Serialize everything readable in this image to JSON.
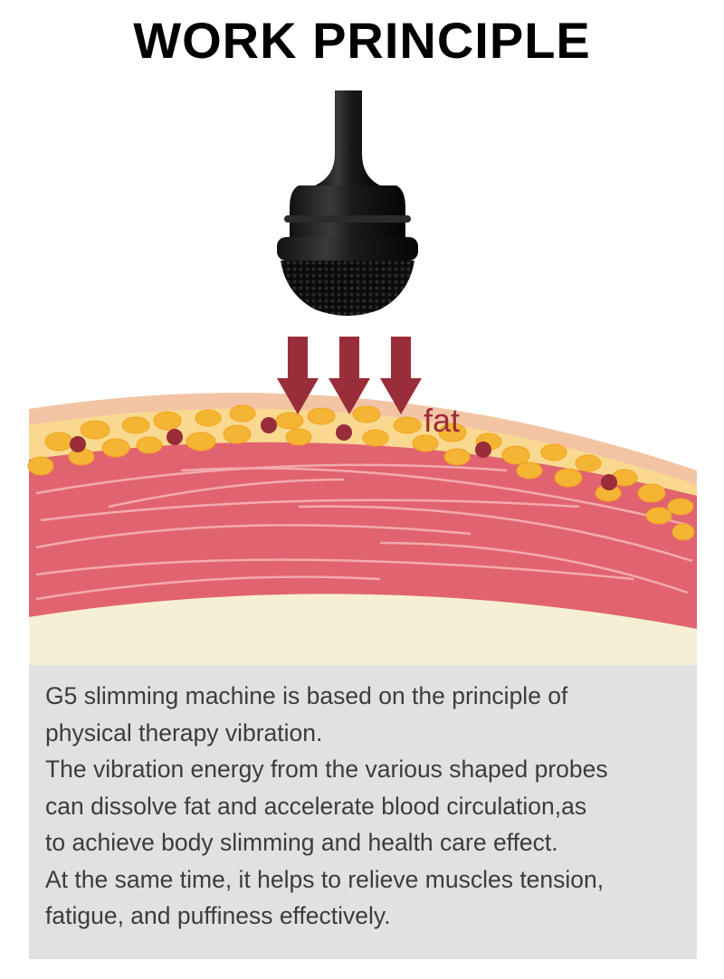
{
  "title": "WORK PRINCIPLE",
  "diagram": {
    "fat_label": "fat",
    "icons": [
      "probe-icon",
      "arrow-down-icon"
    ],
    "colors": {
      "fat_cell": "#f5b534",
      "fat_layer": "#f9d98f",
      "skin": "#f3c4a4",
      "muscle": "#e1636f",
      "arrow": "#9a2d3a",
      "fat_dot": "#9a2d3a",
      "bone": "#f6efd6"
    }
  },
  "description": {
    "lines": [
      "G5 slimming machine is based on the principle of",
      "physical therapy vibration.",
      "The vibration energy from the various shaped probes",
      "can dissolve fat and accelerate blood circulation,as",
      "to achieve body slimming and health care effect.",
      "At the same time, it helps to  relieve muscles tension,",
      "fatigue, and  puffiness effectively."
    ]
  }
}
